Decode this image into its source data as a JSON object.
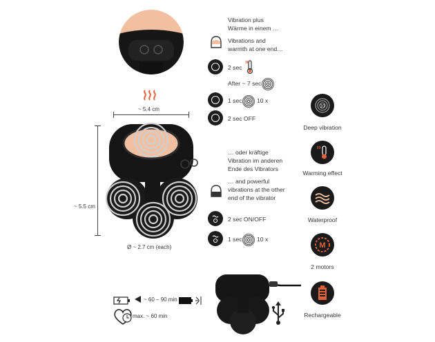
{
  "top": {
    "de_line1": "Vibration plus",
    "de_line2": "Wärme in einem …",
    "en_line1": "Vibrations and",
    "en_line2": "warmth at one end…",
    "step1": "2 sec",
    "after": "After ~ 7 sec",
    "step2": "1 sec",
    "step2_times": "10 x",
    "step3": "2 sec OFF"
  },
  "dimensions": {
    "width": "~ 5.4 cm",
    "height": "~ 5.5 cm",
    "ball_diameter": "Ø ~ 2.7 cm (each)"
  },
  "bottom_text": {
    "de_line1": "… oder kräftige",
    "de_line2": "Vibration im anderen",
    "de_line3": "Ende des Vibrators",
    "en_line1": "… and powerful",
    "en_line2": "vibrations at the other",
    "en_line3": "end of the vibrator",
    "step1": "2 sec ON/OFF",
    "step2": "1 sec",
    "step2_times": "10 x"
  },
  "charge": {
    "charge_time": "~ 60 – 90 min",
    "run_time": "max. ~ 60 min"
  },
  "features": [
    {
      "label": "Deep vibration",
      "icon": "deep-vibration-icon"
    },
    {
      "label": "Warming effect",
      "icon": "thermometer-icon"
    },
    {
      "label": "Waterproof",
      "icon": "waves-icon"
    },
    {
      "label": "2 motors",
      "icon": "motor-m-icon"
    },
    {
      "label": "Rechargeable",
      "icon": "battery-icon"
    }
  ],
  "colors": {
    "heat": "#e0613a",
    "skin": "#f2c2a4",
    "device": "#151515",
    "feature_bg": "#1a1a1a"
  }
}
